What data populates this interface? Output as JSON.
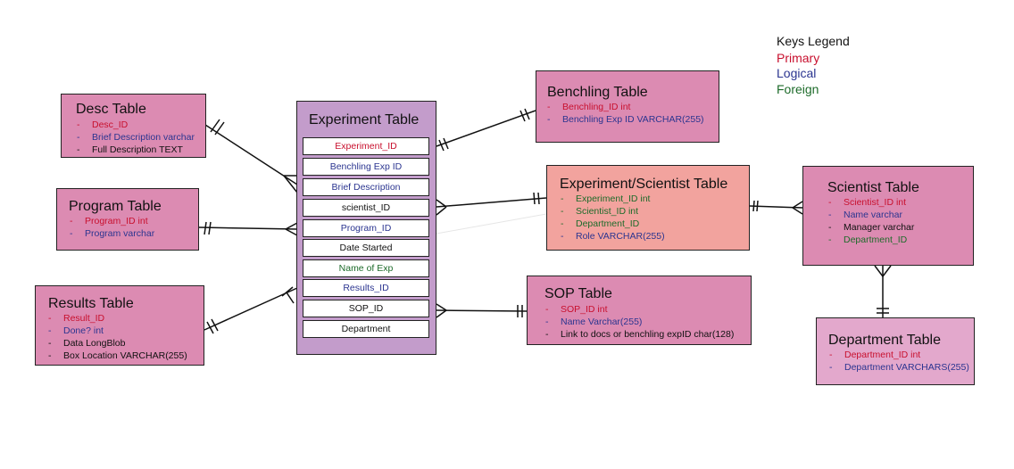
{
  "legend": {
    "title": "Keys Legend",
    "primary": "Primary",
    "logical": "Logical",
    "foreign": "Foreign"
  },
  "colors": {
    "primary": "#c8102e",
    "logical": "#2b3590",
    "foreign": "#1d6b2a"
  },
  "experiment": {
    "title": "Experiment Table",
    "rows": [
      "Experiment_ID",
      "Benchling Exp ID",
      "Brief Description",
      "scientist_ID",
      "Program_ID",
      "Date Started",
      "Name of Exp",
      "Results_ID",
      "SOP_ID",
      "Department"
    ]
  },
  "desc": {
    "title": "Desc Table",
    "fields": [
      "Desc_ID",
      "Brief Description varchar",
      "Full Description TEXT"
    ]
  },
  "program": {
    "title": "Program Table",
    "fields": [
      "Program_ID int",
      "Program varchar"
    ]
  },
  "results": {
    "title": "Results Table",
    "fields": [
      "Result_ID",
      "Done? int",
      "Data LongBlob",
      "Box Location VARCHAR(255)"
    ]
  },
  "benchling": {
    "title": "Benchling Table",
    "fields": [
      "Benchling_ID int",
      "Benchling Exp ID VARCHAR(255)"
    ]
  },
  "expsci": {
    "title": "Experiment/Scientist Table",
    "fields": [
      "Experiment_ID int",
      "Scientist_ID int",
      "Department_ID",
      "Role VARCHAR(255)"
    ]
  },
  "sop": {
    "title": "SOP Table",
    "fields": [
      "SOP_ID int",
      "Name Varchar(255)",
      "Link to docs or benchling expID char(128)"
    ]
  },
  "scientist": {
    "title": "Scientist Table",
    "fields": [
      "Scientist_ID int",
      "Name varchar",
      "Manager varchar",
      "Department_ID"
    ]
  },
  "department": {
    "title": "Department Table",
    "fields": [
      "Department_ID int",
      "Department VARCHARS(255)"
    ]
  }
}
